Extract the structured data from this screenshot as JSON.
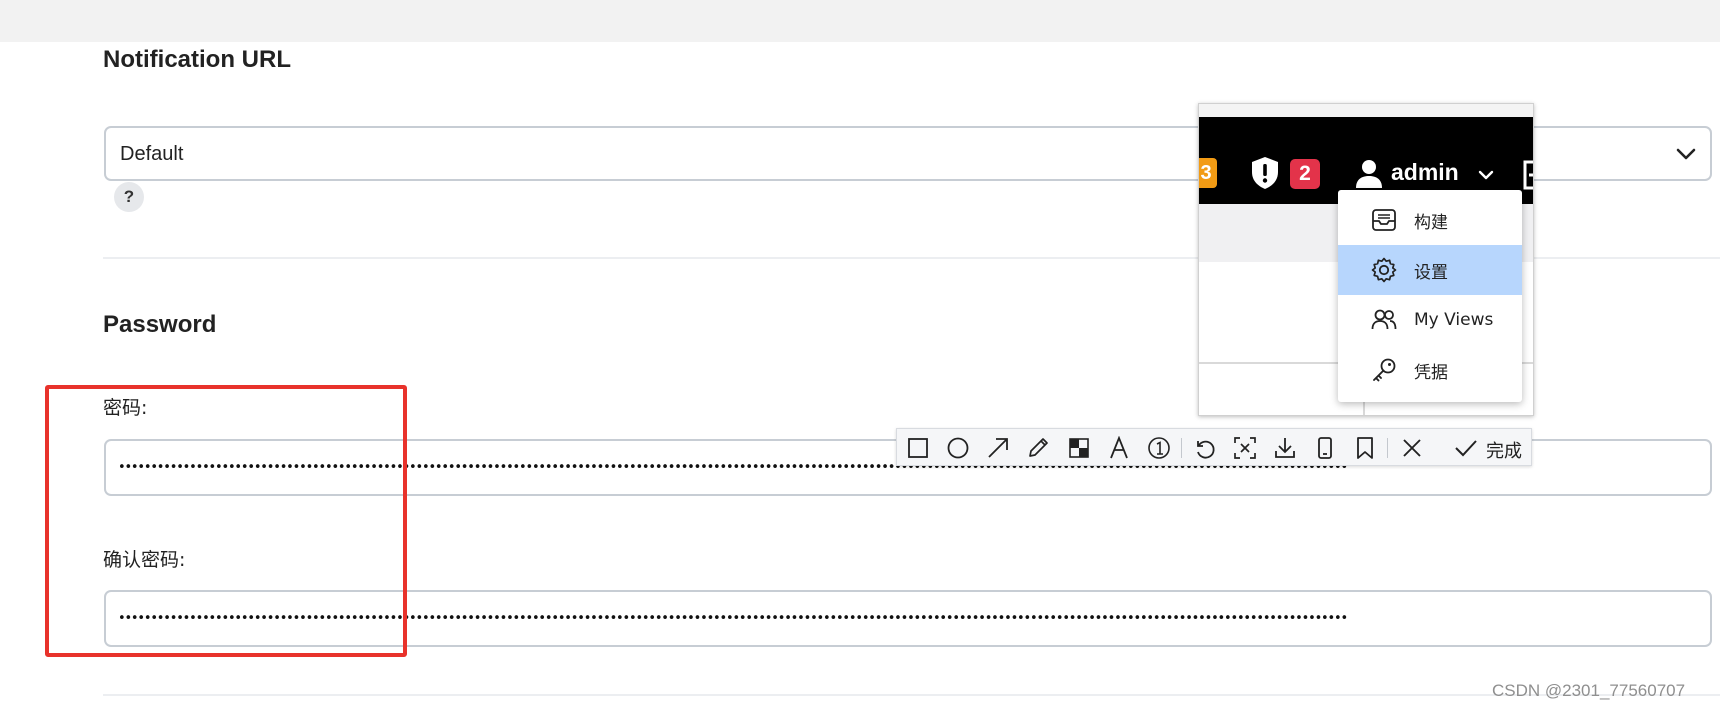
{
  "notification": {
    "title": "Notification URL",
    "select_value": "Default",
    "help_label": "?"
  },
  "password": {
    "title": "Password",
    "password_label": "密码:",
    "password_value": "••••••••••••••••••••••••••••••••••••••••••••••••••••••••••••••••••••••••••••••••••••••••••••••••••••••••••••••••••••••••••••••••••••••••••••••••••••••••••••••••••••••••••••••••••••••••••••••",
    "confirm_label": "确认密码:",
    "confirm_value": "••••••••••••••••••••••••••••••••••••••••••••••••••••••••••••••••••••••••••••••••••••••••••••••••••••••••••••••••••••••••••••••••••••••••••••••••••••••••••••••••••••••••••••••••••••••••••••••"
  },
  "header_overlay": {
    "build_badge": "3",
    "security_badge": "2",
    "user_name": "admin",
    "menu": [
      {
        "label": "构建",
        "icon": "inbox-icon",
        "active": false
      },
      {
        "label": "设置",
        "icon": "gear-icon",
        "active": true
      },
      {
        "label": "My Views",
        "icon": "users-icon",
        "active": false
      },
      {
        "label": "凭据",
        "icon": "key-icon",
        "active": false
      }
    ]
  },
  "toolbar": {
    "tools": [
      "rectangle-icon",
      "ellipse-icon",
      "arrow-icon",
      "pencil-icon",
      "mosaic-icon",
      "text-icon",
      "number-icon",
      "undo-icon",
      "ocr-icon",
      "download-icon",
      "pin-icon",
      "bookmark-icon",
      "close-icon",
      "check-icon"
    ],
    "done_label": "完成"
  },
  "watermark": "CSDN @2301_77560707",
  "colors": {
    "highlight_box": "#e8322b",
    "menu_active": "#b7d6fd",
    "badge_orange": "#f29b14",
    "badge_red": "#e3334a",
    "header_bg": "#000000"
  }
}
